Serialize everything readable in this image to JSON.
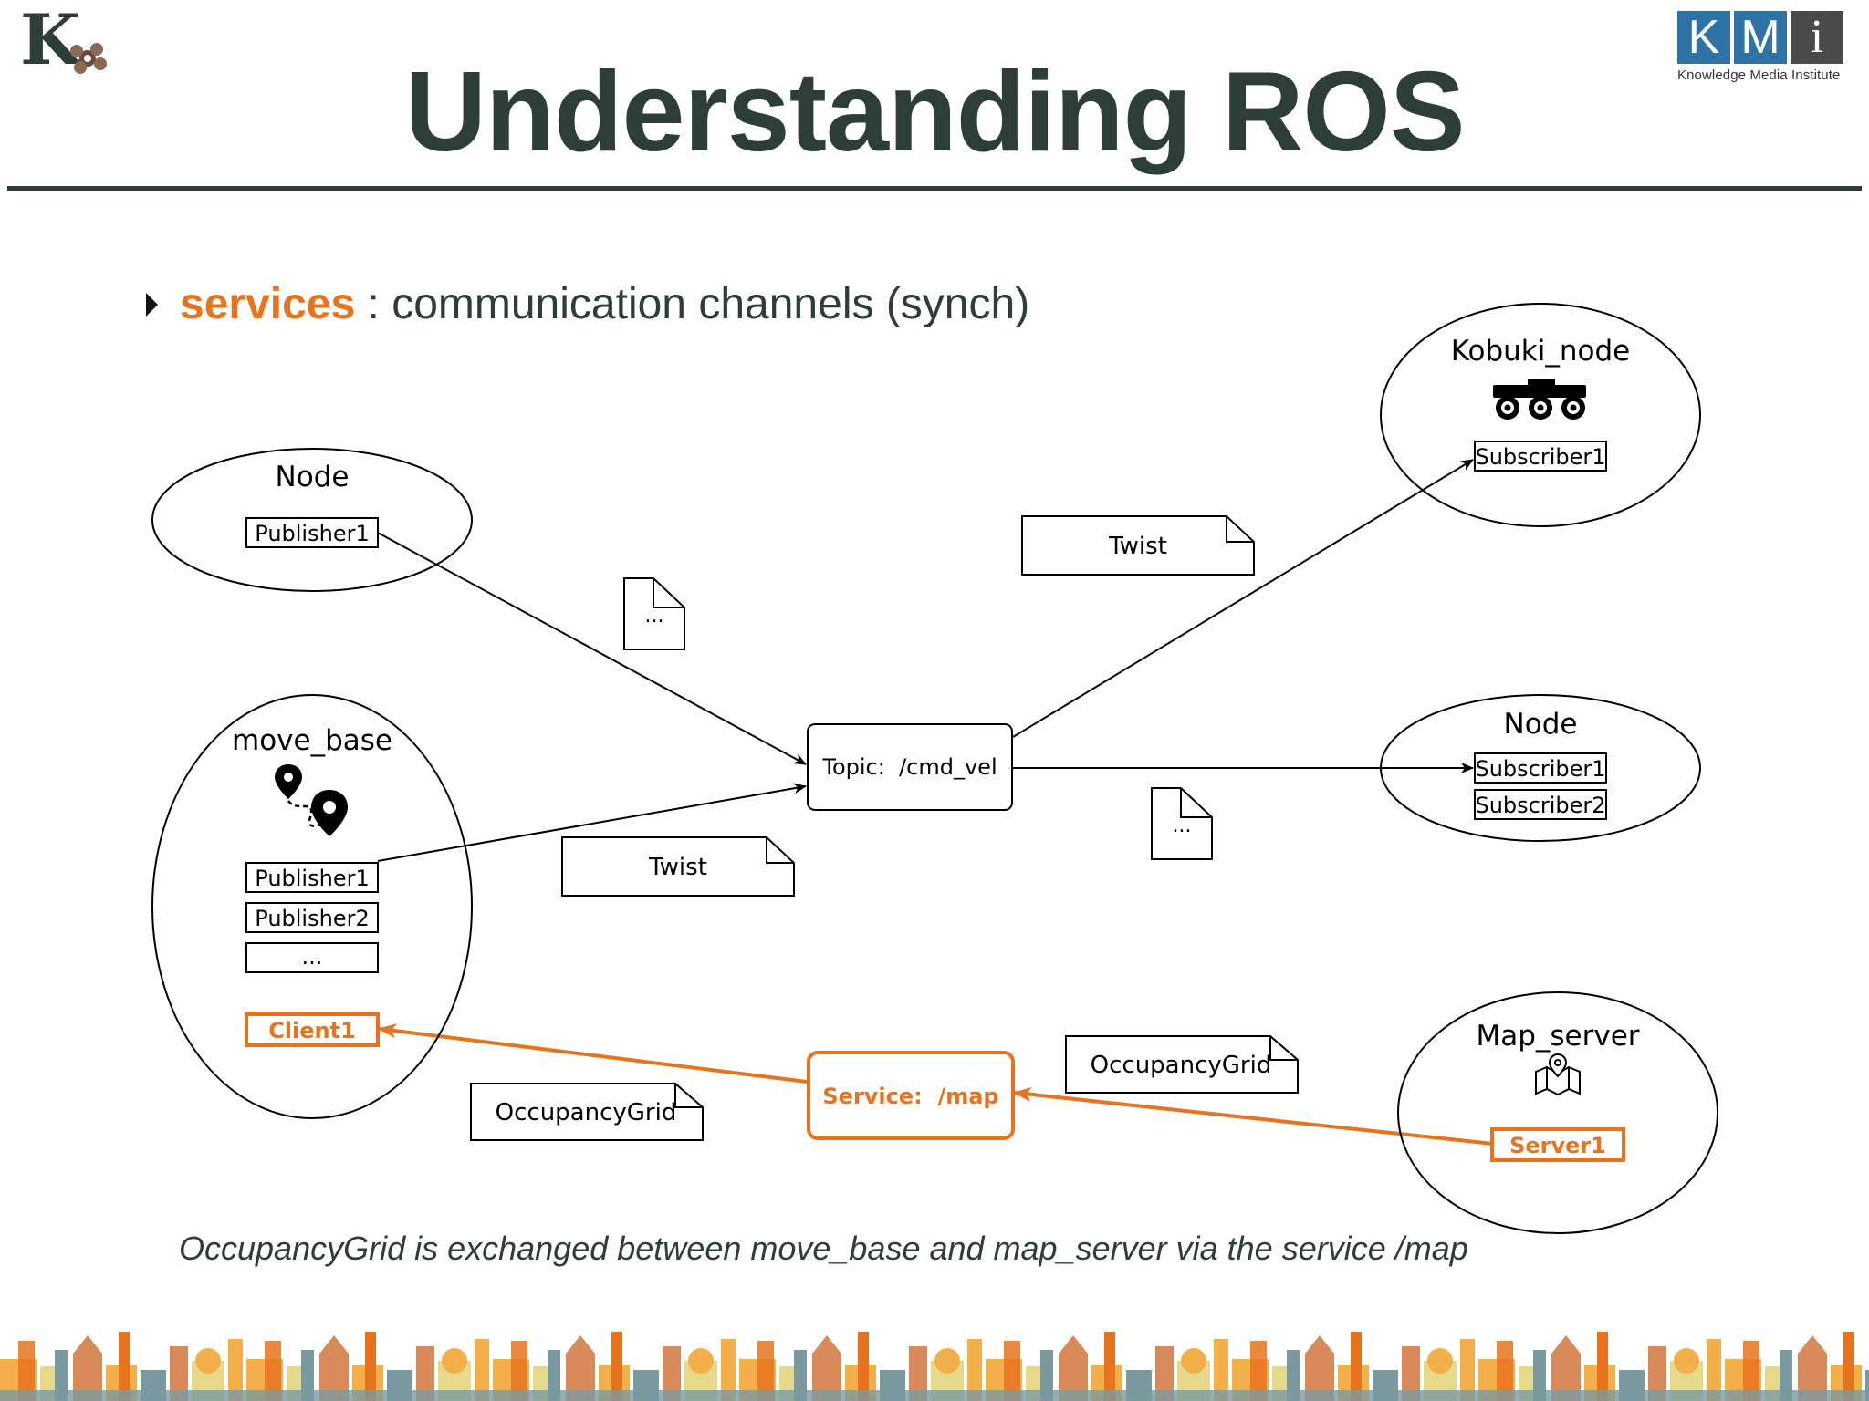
{
  "slide": {
    "title": "Understanding ROS",
    "bullet_keyword": "services",
    "bullet_text": " : communication channels (synch)",
    "caption": "OccupancyGrid is exchanged between move_base and map_server via the service /map"
  },
  "logos": {
    "left_letter": "K",
    "kmi_letters": [
      "K",
      "M",
      "i"
    ],
    "kmi_subtitle": "Knowledge Media Institute"
  },
  "diagram": {
    "node_top": {
      "label": "Node",
      "publisher": "Publisher1"
    },
    "move_base": {
      "label": "move_base",
      "publishers": [
        "Publisher1",
        "Publisher2",
        "..."
      ],
      "client": "Client1"
    },
    "topic": {
      "label": "Topic:  /cmd_vel"
    },
    "service": {
      "label": "Service:  /map"
    },
    "kobuki": {
      "label": "Kobuki_node",
      "subscriber": "Subscriber1"
    },
    "node_right": {
      "label": "Node",
      "subscribers": [
        "Subscriber1",
        "Subscriber2"
      ]
    },
    "map_server": {
      "label": "Map_server",
      "server": "Server1"
    },
    "messages": {
      "dots_top": "...",
      "twist_top": "Twist",
      "twist_mid": "Twist",
      "dots_right": "...",
      "occ_left": "OccupancyGrid",
      "occ_right": "OccupancyGrid"
    }
  },
  "colors": {
    "accent": "#e8731e",
    "title": "#2c3e37",
    "kmi_blue": "#2f73a6"
  }
}
